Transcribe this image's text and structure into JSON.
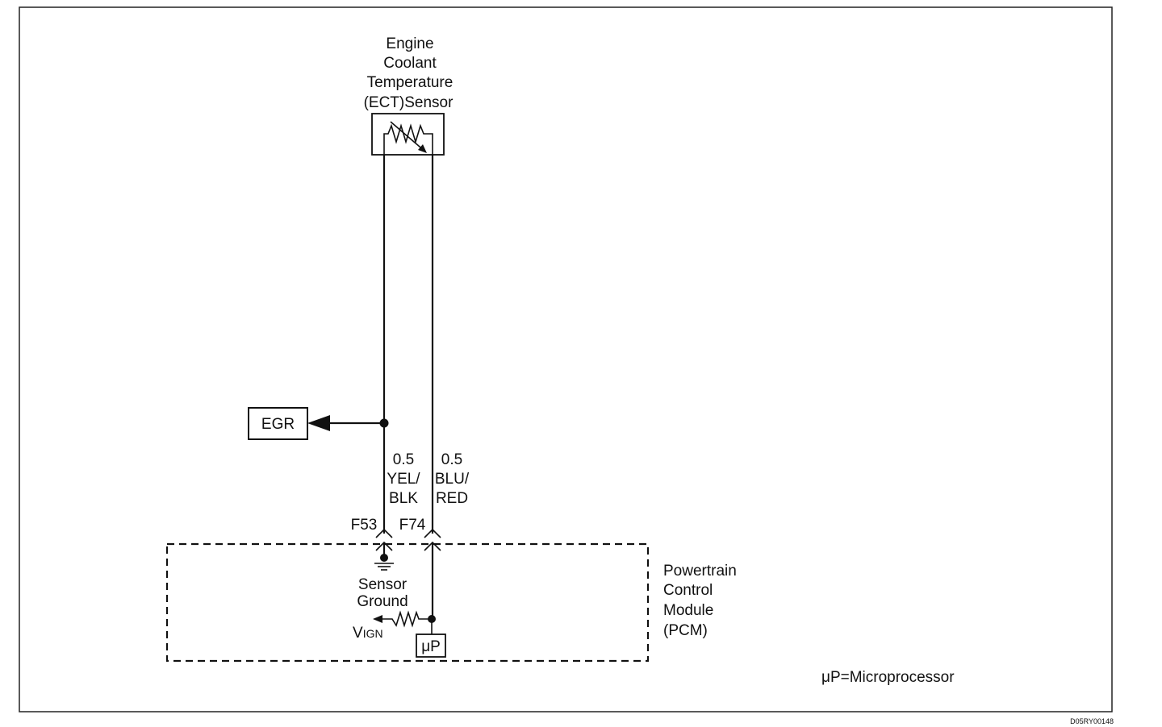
{
  "sensor": {
    "title_lines": [
      "Engine",
      "Coolant",
      "Temperature",
      "(ECT)Sensor"
    ]
  },
  "egr": {
    "label": "EGR"
  },
  "wires": {
    "left": {
      "gauge": "0.5",
      "color_line1": "YEL/",
      "color_line2": "BLK",
      "pin": "F53"
    },
    "right": {
      "gauge": "0.5",
      "color_line1": "BLU/",
      "color_line2": "RED",
      "pin": "F74"
    }
  },
  "pcm": {
    "title_lines": [
      "Powertrain",
      "Control",
      "Module",
      "(PCM)"
    ],
    "sensor_ground_lines": [
      "Sensor",
      "Ground"
    ],
    "vign_main": "V",
    "vign_sub": "IGN",
    "up_label": "μP"
  },
  "legend": {
    "text": "μP=Microprocessor"
  },
  "figure_code": "D05RY00148"
}
